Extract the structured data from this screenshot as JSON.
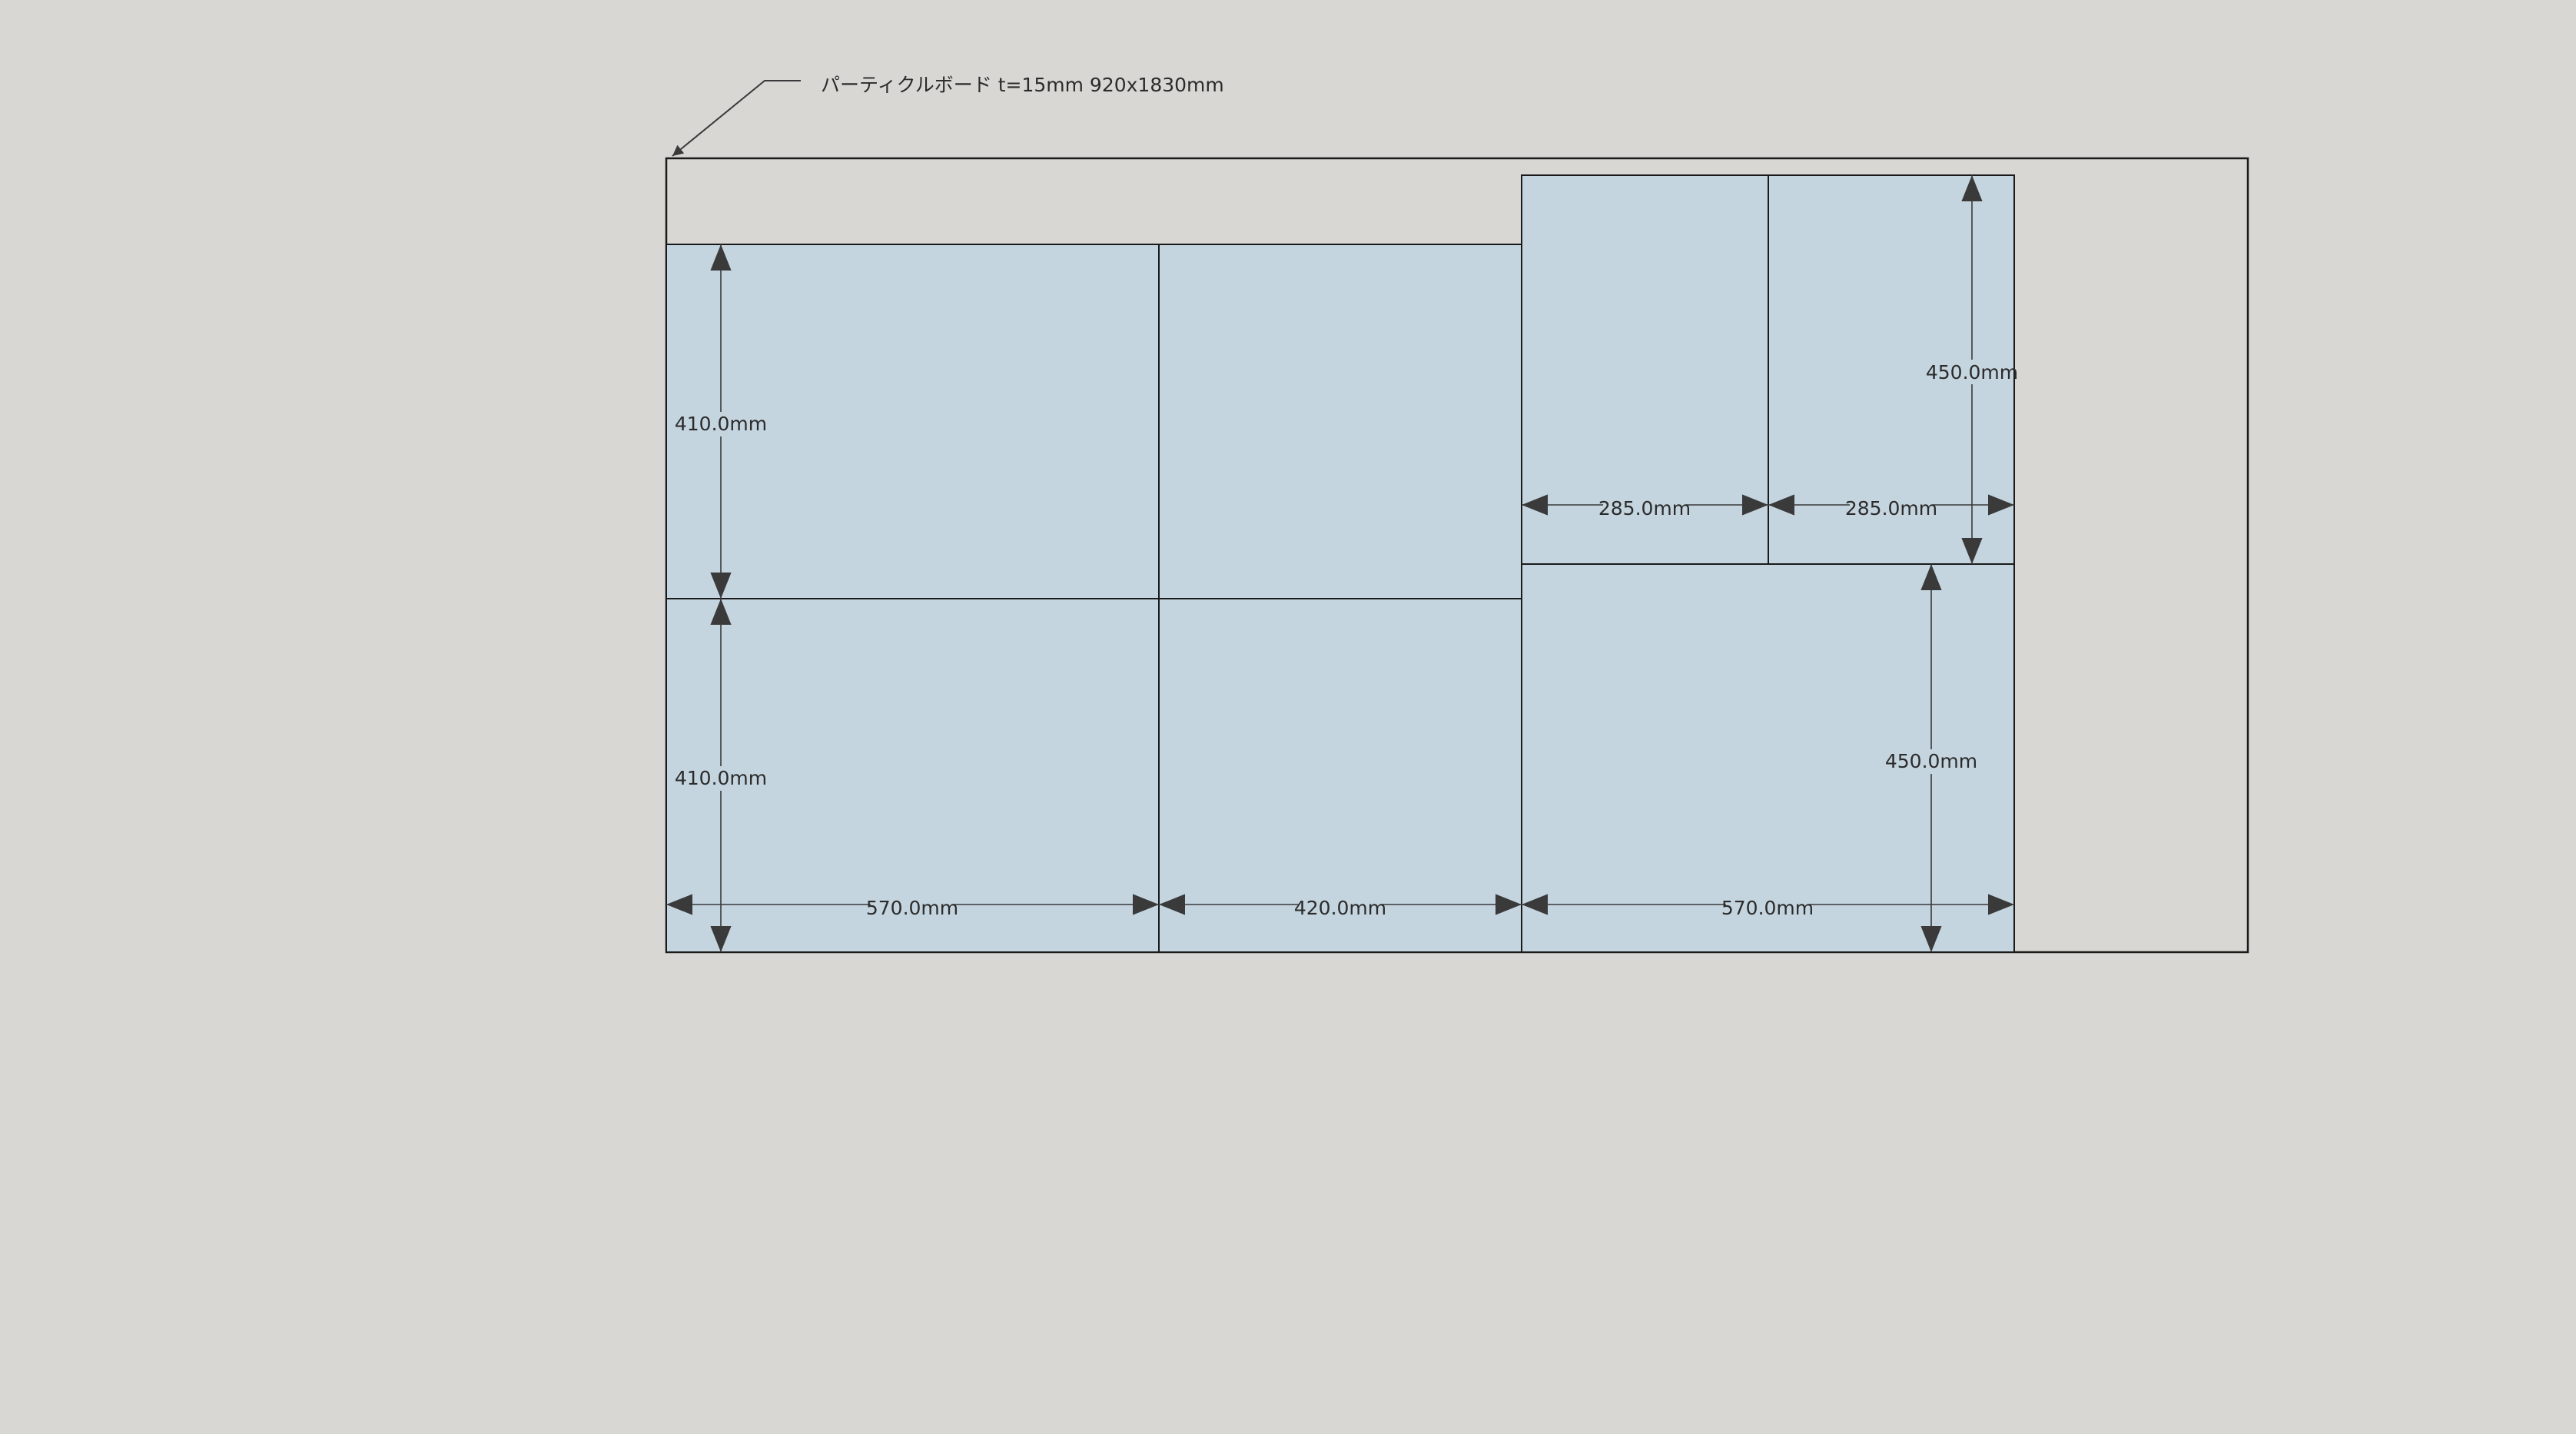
{
  "material_label": "パーティクルボード t=15mm 920x1830mm",
  "colors": {
    "background": "#d9d7d3",
    "piece_fill": "#c5d5df",
    "line": "#1a1a1a",
    "dimension": "#3a3a3a"
  },
  "dimensions": {
    "left_upper_height": "410.0mm",
    "left_lower_height": "410.0mm",
    "width_first": "570.0mm",
    "width_second": "420.0mm",
    "width_third": "570.0mm",
    "right_top_width_a": "285.0mm",
    "right_top_width_b": "285.0mm",
    "right_top_height": "450.0mm",
    "right_bottom_height": "450.0mm"
  }
}
